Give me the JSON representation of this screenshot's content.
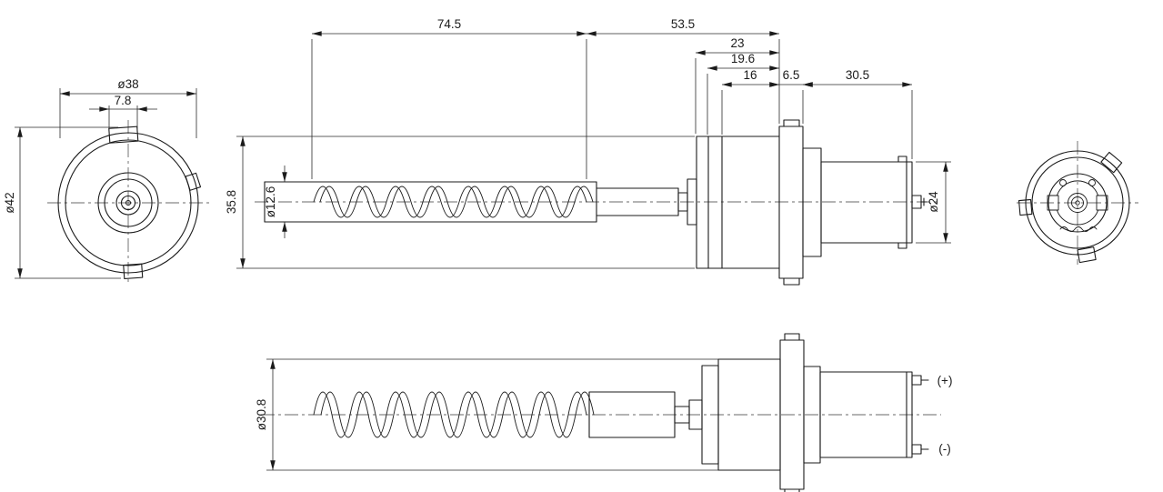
{
  "drawing": {
    "background": "#ffffff",
    "line_color": "#1b1b1b",
    "views": {
      "front": {
        "dia_flange": "ø38",
        "tab_width": "7.8",
        "dia_overall": "ø42"
      },
      "side": {
        "screw_length": "74.5",
        "head_length": "53.5",
        "dim_23": "23",
        "dim_19_6": "19.6",
        "dim_16": "16",
        "plate_thickness": "6.5",
        "motor_length": "30.5",
        "body_height": "35.8",
        "dia_tube": "ø12.6",
        "dia_motor": "ø24"
      },
      "bottom": {
        "dia_body": "ø30.8",
        "terminal_positive": "(+)",
        "terminal_negative": "(-)"
      }
    }
  }
}
